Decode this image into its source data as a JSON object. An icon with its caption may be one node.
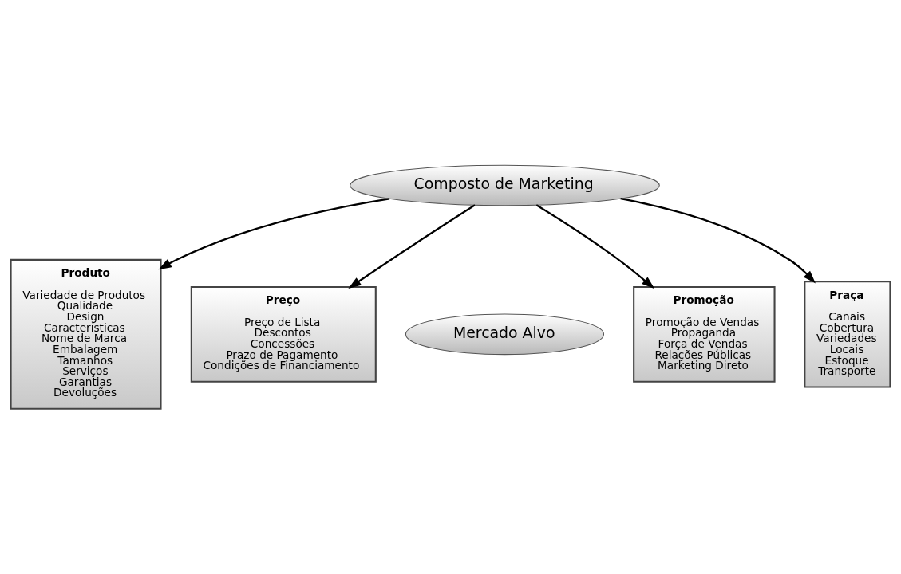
{
  "diagram": {
    "nodes": [
      {
        "text": [
          "Composto de Marketing"
        ]
      },
      {
        "text": [
          "Produto",
          "Variedade de Produtos",
          "Qualidade",
          "Design",
          "Características",
          "Nome de Marca",
          "Embalagem",
          "Tamanhos",
          "Serviços",
          "Garantias",
          "Devoluções"
        ]
      },
      {
        "text": [
          "Preço",
          "Preço de Lista",
          "Descontos",
          "Concessões",
          "Prazo de Pagamento",
          "Condições de Financiamento"
        ]
      },
      {
        "text": [
          "Mercado Alvo"
        ]
      },
      {
        "text": [
          "Promoção",
          "Promoção de Vendas",
          "Propaganda",
          "Força de Vendas",
          "Relações Públicas",
          "Marketing Direto"
        ]
      },
      {
        "text": [
          "Praça",
          "Canais",
          "Cobertura",
          "Variedades",
          "Locais",
          "Estoque",
          "Transporte"
        ]
      }
    ],
    "edges": [
      {
        "from": 0,
        "to": 1,
        "arrow": "to"
      },
      {
        "from": 0,
        "to": 2,
        "arrow": "to"
      },
      {
        "from": 0,
        "to": 4,
        "arrow": "to"
      },
      {
        "from": 0,
        "to": 5,
        "arrow": "to"
      }
    ]
  }
}
